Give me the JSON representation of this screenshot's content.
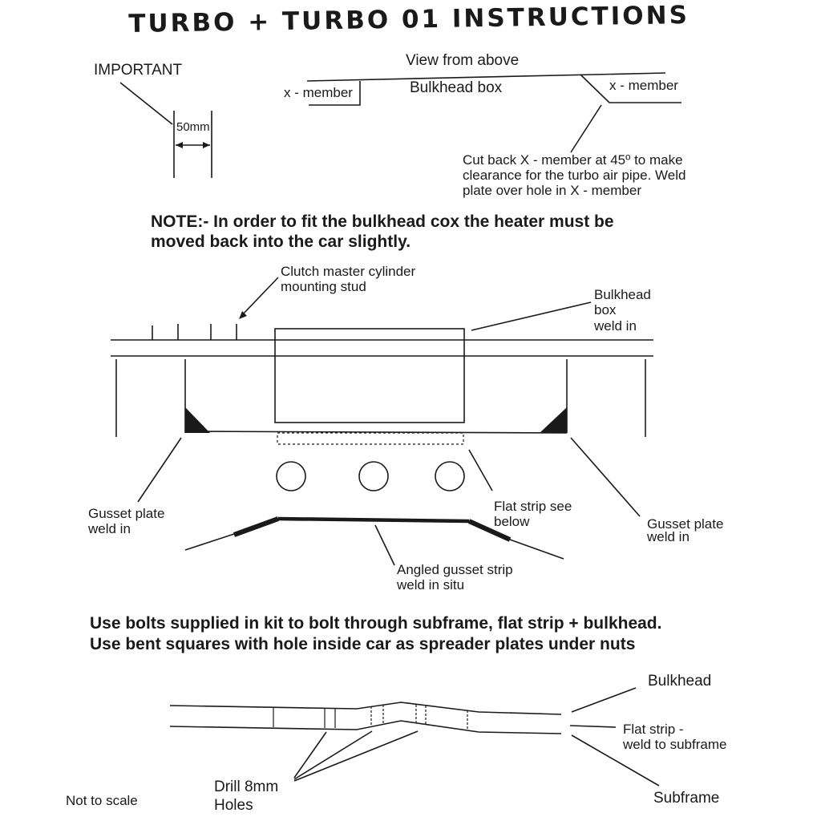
{
  "title": "TURBO + TURBO 01 INSTRUCTIONS",
  "top_section": {
    "important": "IMPORTANT",
    "dimension": "50mm",
    "view": "View from above",
    "xmember_left": "x - member",
    "bulkhead_box": "Bulkhead box",
    "xmember_right": "x - member",
    "cut_note": [
      "Cut back X - member at 45º to make",
      "clearance for the turbo air pipe. Weld",
      "plate over hole in X - member"
    ]
  },
  "note": [
    "NOTE:-  In order to fit the bulkhead cox the heater must be",
    "moved back into the car slightly."
  ],
  "middle_section": {
    "clutch_label": [
      "Clutch master cylinder",
      "mounting stud"
    ],
    "bulkhead_label": [
      "Bulkhead",
      "box",
      "weld in"
    ],
    "gusset_left": [
      "Gusset plate",
      "weld in"
    ],
    "flat_strip": [
      "Flat strip see",
      "below"
    ],
    "gusset_right": [
      "Gusset plate",
      "weld in"
    ],
    "angled_strip": [
      "Angled gusset strip",
      "weld in situ"
    ]
  },
  "bolts_note": [
    "Use bolts supplied in kit to bolt through subframe, flat strip + bulkhead.",
    "Use bent squares with hole inside car as spreader plates under nuts"
  ],
  "bottom_section": {
    "bulkhead": "Bulkhead",
    "flat_strip": [
      "Flat strip -",
      "weld to subframe"
    ],
    "drill": [
      "Drill 8mm",
      "Holes"
    ],
    "subframe": "Subframe",
    "not_to_scale": "Not to scale"
  }
}
